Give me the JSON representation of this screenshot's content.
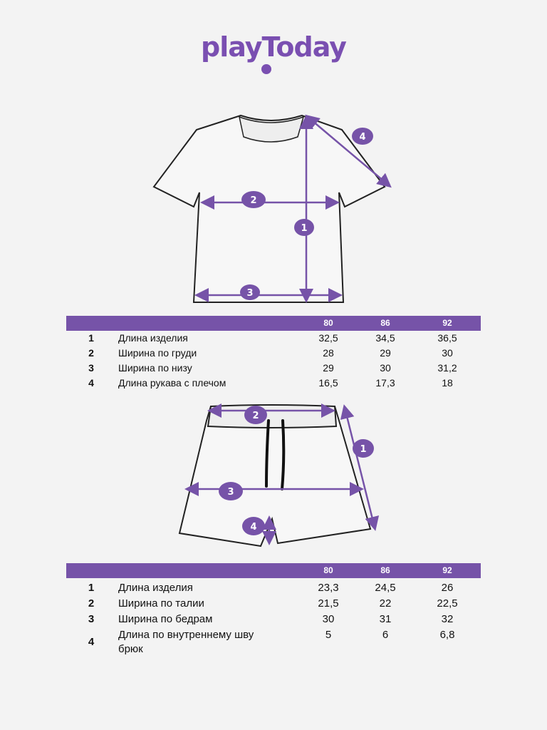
{
  "brand": {
    "logo": "playToday",
    "color": "#7a4fb1"
  },
  "tshirt_labels": [
    "1",
    "2",
    "3",
    "4"
  ],
  "shorts_labels": [
    "1",
    "2",
    "3",
    "4"
  ],
  "table_top": {
    "sizes": [
      "80",
      "86",
      "92"
    ],
    "rows": [
      {
        "num": "1",
        "name": "Длина изделия",
        "v": [
          "32,5",
          "34,5",
          "36,5"
        ]
      },
      {
        "num": "2",
        "name": "Ширина по груди",
        "v": [
          "28",
          "29",
          "30"
        ]
      },
      {
        "num": "3",
        "name": "Ширина по низу",
        "v": [
          "29",
          "30",
          "31,2"
        ]
      },
      {
        "num": "4",
        "name": "Длина рукава с плечом",
        "v": [
          "16,5",
          "17,3",
          "18"
        ]
      }
    ]
  },
  "table_bottom": {
    "sizes": [
      "80",
      "86",
      "92"
    ],
    "rows": [
      {
        "num": "1",
        "name": "Длина изделия",
        "v": [
          "23,3",
          "24,5",
          "26"
        ]
      },
      {
        "num": "2",
        "name": "Ширина по талии",
        "v": [
          "21,5",
          "22",
          "22,5"
        ]
      },
      {
        "num": "3",
        "name": "Ширина по бедрам",
        "v": [
          "30",
          "31",
          "32"
        ]
      },
      {
        "num": "4",
        "name": "Длина по внутреннему шву брюк",
        "name_line1": "Длина по внутреннему шву",
        "name_line2": "брюк",
        "v": [
          "5",
          "6",
          "6,8"
        ]
      }
    ]
  }
}
